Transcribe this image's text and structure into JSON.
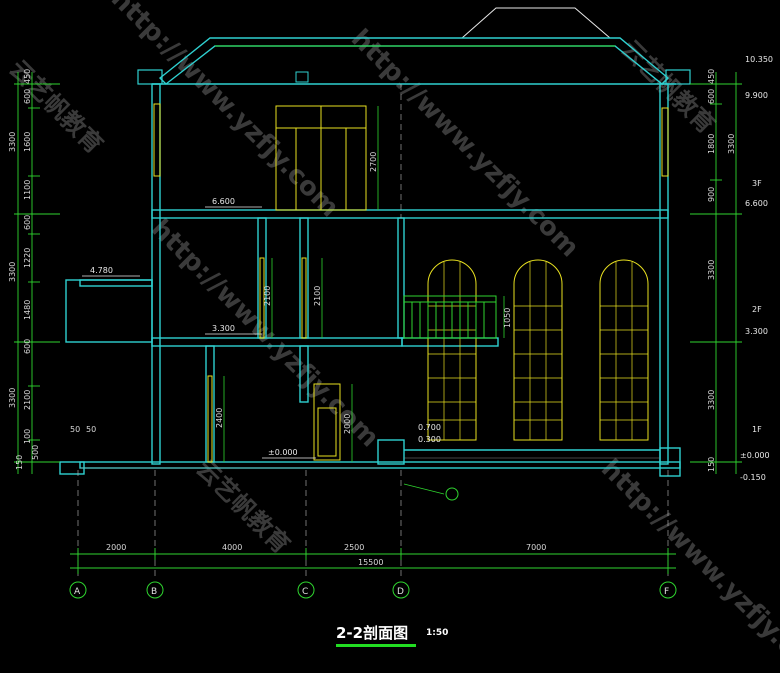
{
  "title": {
    "main": "2-2剖面图",
    "scale": "1:50"
  },
  "colors": {
    "wall": "#2fd0d0",
    "window": "#e8e020",
    "dim": "#2fd52f",
    "text": "#d8d8d8",
    "rail": "#2fd52f",
    "roof": "#e8e8e8"
  },
  "axes": [
    "A",
    "B",
    "C",
    "D",
    "F"
  ],
  "bottom_dims": {
    "segments": [
      "2000",
      "4000",
      "2500",
      "7000"
    ],
    "total": "15500"
  },
  "left_dims": {
    "outer": [
      "3300",
      "3300",
      "3300"
    ],
    "inner": [
      "450",
      "600",
      "1600",
      "1100",
      "600",
      "1220",
      "1480",
      "600",
      "2100",
      "100",
      "500",
      "150"
    ]
  },
  "right_dims": {
    "outer": [
      "3300",
      "3300",
      "3300"
    ],
    "inner": [
      "450",
      "600",
      "1800",
      "900",
      "150"
    ]
  },
  "elevations": {
    "roof": "10.350",
    "eave": "9.900",
    "f3": "6.600",
    "f3_tag": "3F",
    "f2": "3.300",
    "f2_tag": "2F",
    "f1": "±0.000",
    "f1_tag": "1F",
    "ground": "-0.150",
    "inner_f3": "6.600",
    "inner_f2": "3.300",
    "inner_f1": "±0.000",
    "canopy": "4.780",
    "step1": "0.700",
    "step2": "0.300"
  },
  "interior_dims": {
    "door3": "2700",
    "door2a": "2100",
    "door2b": "2100",
    "door1": "2400",
    "door_c": "2000",
    "rail": "1050",
    "left_small": "50",
    "left_small2": "50"
  },
  "watermarks": [
    "http://www.yzfjy.com",
    "云艺帆教育",
    "http://www.yzfjy.com",
    "云艺帆教育",
    "http://www.yzfjy.com",
    "云艺帆教育",
    "http://www.yzfjy.com"
  ]
}
